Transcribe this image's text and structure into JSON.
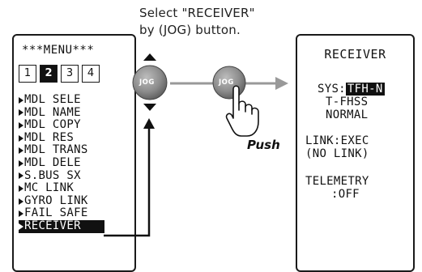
{
  "instruction": {
    "line1": "Select \"RECEIVER\"",
    "line2": "by (JOG) button."
  },
  "menu_screen": {
    "title": "***MENU***",
    "pages": [
      "1",
      "2",
      "3",
      "4"
    ],
    "active_page": "2",
    "items": [
      "MDL SELE",
      "MDL NAME",
      "MDL COPY",
      "MDL RES",
      "MDL TRANS",
      "MDL DELE",
      "S.BUS SX",
      "MC LINK",
      "GYRO LINK",
      "FAIL SAFE",
      "RECEIVER"
    ],
    "selected_item": "RECEIVER"
  },
  "jog": {
    "label_left": "JOG",
    "label_right": "JOG",
    "push_label": "Push"
  },
  "receiver_screen": {
    "title": "RECEIVER",
    "sys_label": "SYS:",
    "sys_value": "TFH-N",
    "sys_option_2": "T-FHSS",
    "sys_option_3": "NORMAL",
    "link_line": "LINK:EXEC",
    "link_status": "(NO LINK)",
    "telemetry_label": "TELEMETRY",
    "telemetry_value": ":OFF"
  },
  "colors": {
    "accent": "#999999",
    "jog_button": "#8c8c8c",
    "dark": "#111111"
  }
}
